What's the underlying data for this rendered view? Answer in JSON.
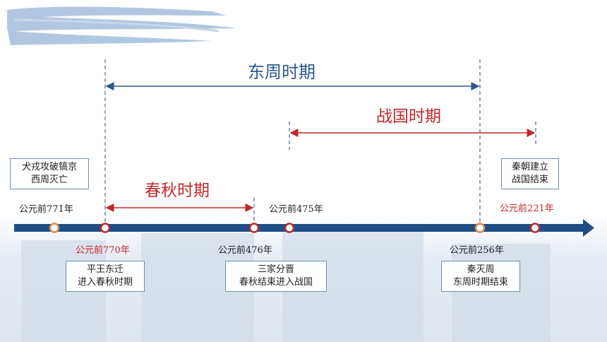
{
  "periods": {
    "eastern_zhou": "东周时期",
    "warring_states": "战国时期",
    "spring_autumn": "春秋时期"
  },
  "years": {
    "y771": "公元前771年",
    "y770": "公元前770年",
    "y476": "公元前476年",
    "y475": "公元前475年",
    "y256": "公元前256年",
    "y221": "公元前221年"
  },
  "events": {
    "e771": [
      "犬戎攻破镐京",
      "西周灭亡"
    ],
    "e770": [
      "平王东迁",
      "进入春秋时期"
    ],
    "e476": [
      "三家分晋",
      "春秋结束进入战国"
    ],
    "e256": [
      "秦灭周",
      "东周时期结束"
    ],
    "e221": [
      "秦朝建立",
      "战国结束"
    ]
  },
  "colors": {
    "axis": "#1f4e86",
    "red": "#c0282a",
    "blue": "#2b5a8c",
    "orange": "#e08a4a",
    "brush": "#a9c1de"
  }
}
